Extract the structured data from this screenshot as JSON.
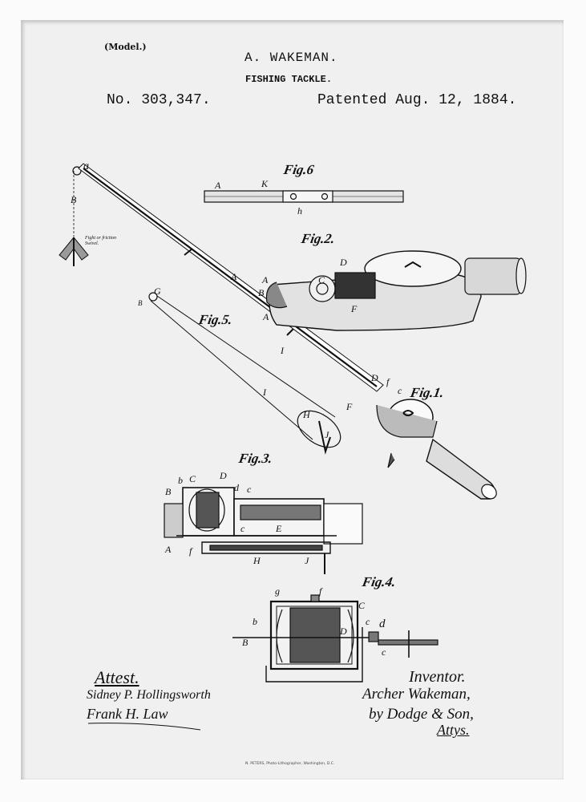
{
  "document": {
    "type": "patent drawing print",
    "model_label": "(Model.)",
    "inventor_header": "A. WAKEMAN.",
    "title": "FISHING TACKLE.",
    "patent_number": "No. 303,347.",
    "patent_date": "Patented Aug. 12, 1884.",
    "colors": {
      "ink": "#111111",
      "paper": "#f0f0f0",
      "frame": "#fbfbfb"
    }
  },
  "figures": [
    {
      "id": "fig1",
      "label": "Fig.1.",
      "labels": [
        "a",
        "B",
        "A",
        "A",
        "A",
        "I",
        "D",
        "f",
        "c",
        "F"
      ],
      "note": "Fight or friction Swivel."
    },
    {
      "id": "fig2",
      "label": "Fig.2.",
      "labels": [
        "A",
        "B",
        "C",
        "D",
        "F"
      ]
    },
    {
      "id": "fig3",
      "label": "Fig.3.",
      "labels": [
        "B",
        "b",
        "C",
        "D",
        "d",
        "c",
        "c",
        "E",
        "A",
        "f",
        "H",
        "J"
      ]
    },
    {
      "id": "fig4",
      "label": "Fig.4.",
      "labels": [
        "g",
        "f",
        "C",
        "b",
        "B",
        "D",
        "c",
        "d",
        "c"
      ]
    },
    {
      "id": "fig5",
      "label": "Fig.5.",
      "labels": [
        "G",
        "B",
        "I",
        "I",
        "H",
        "J"
      ]
    },
    {
      "id": "fig6",
      "label": "Fig.6",
      "labels": [
        "A",
        "K",
        "h"
      ]
    }
  ],
  "signatures": {
    "attest_label": "Attest.",
    "witnesses": [
      "Sidney P. Hollingsworth",
      "Frank H. Law"
    ],
    "inventor_label": "Inventor.",
    "inventor_signature": "Archer Wakeman,",
    "by_line": "by Dodge & Son,",
    "attorneys": "Attys."
  },
  "footer": {
    "printer": "N. PETERS, Photo-Lithographer, Washington, D.C."
  }
}
